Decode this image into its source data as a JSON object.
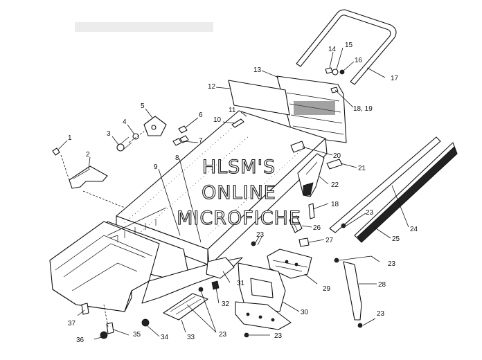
{
  "watermark": {
    "line1": "HLSM'S",
    "line2": "ONLINE",
    "line3": "MICROFICHE"
  },
  "callouts": [
    "1",
    "2",
    "3",
    "4",
    "5",
    "6",
    "7",
    "8",
    "9",
    "10",
    "11",
    "12",
    "13",
    "14",
    "15",
    "16",
    "17",
    "18, 19",
    "20",
    "21",
    "22",
    "18",
    "23",
    "24",
    "25",
    "26",
    "27",
    "23",
    "23",
    "28",
    "29",
    "30",
    "31",
    "32",
    "33",
    "23",
    "34",
    "35",
    "36",
    "37",
    "23",
    "23"
  ]
}
